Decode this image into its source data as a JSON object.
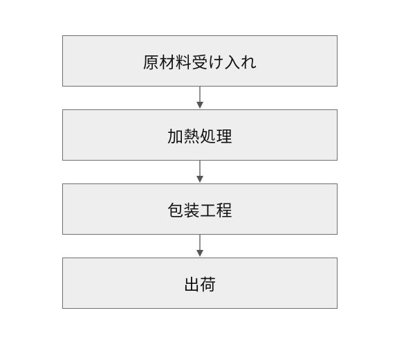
{
  "flowchart": {
    "steps": [
      {
        "label": "原材料受け入れ"
      },
      {
        "label": "加熱処理"
      },
      {
        "label": "包装工程"
      },
      {
        "label": "出荷"
      }
    ]
  },
  "colors": {
    "box_fill": "#eeeeee",
    "box_border": "#6f6f6f",
    "arrow": "#555555",
    "text": "#111111"
  }
}
